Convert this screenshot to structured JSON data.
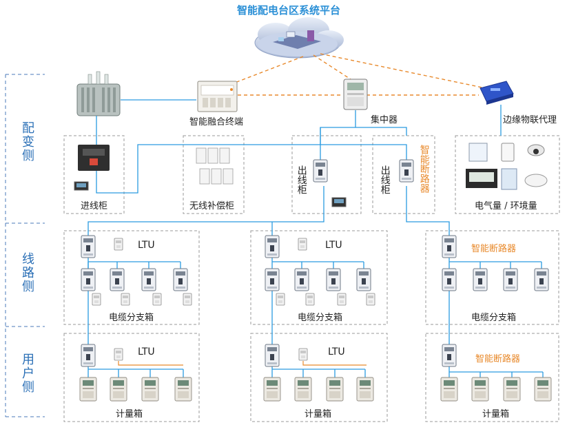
{
  "platform_title": "智能配电台区系统平台",
  "zones": {
    "distribution": "配变侧",
    "line": "线路侧",
    "user": "用户侧"
  },
  "devices": {
    "fusion_terminal": "智能融合终端",
    "concentrator": "集中器",
    "edge_proxy": "边缘物联代理",
    "incoming_cabinet": "进线柜",
    "wireless_comp_cabinet": "无线补偿柜",
    "outgoing_cabinet": "出线柜",
    "smart_breaker": "智能断路器",
    "electrical_env": "电气量 / 环境量",
    "ltu": "LTU",
    "cable_branch_box": "电缆分支箱",
    "metering_box": "计量箱"
  },
  "colors": {
    "link": "#2a9be0",
    "dashed_link": "#e8892b",
    "zone_text": "#2a6fb6",
    "title": "#2a8fd6",
    "box_border": "#9a9a9a"
  }
}
